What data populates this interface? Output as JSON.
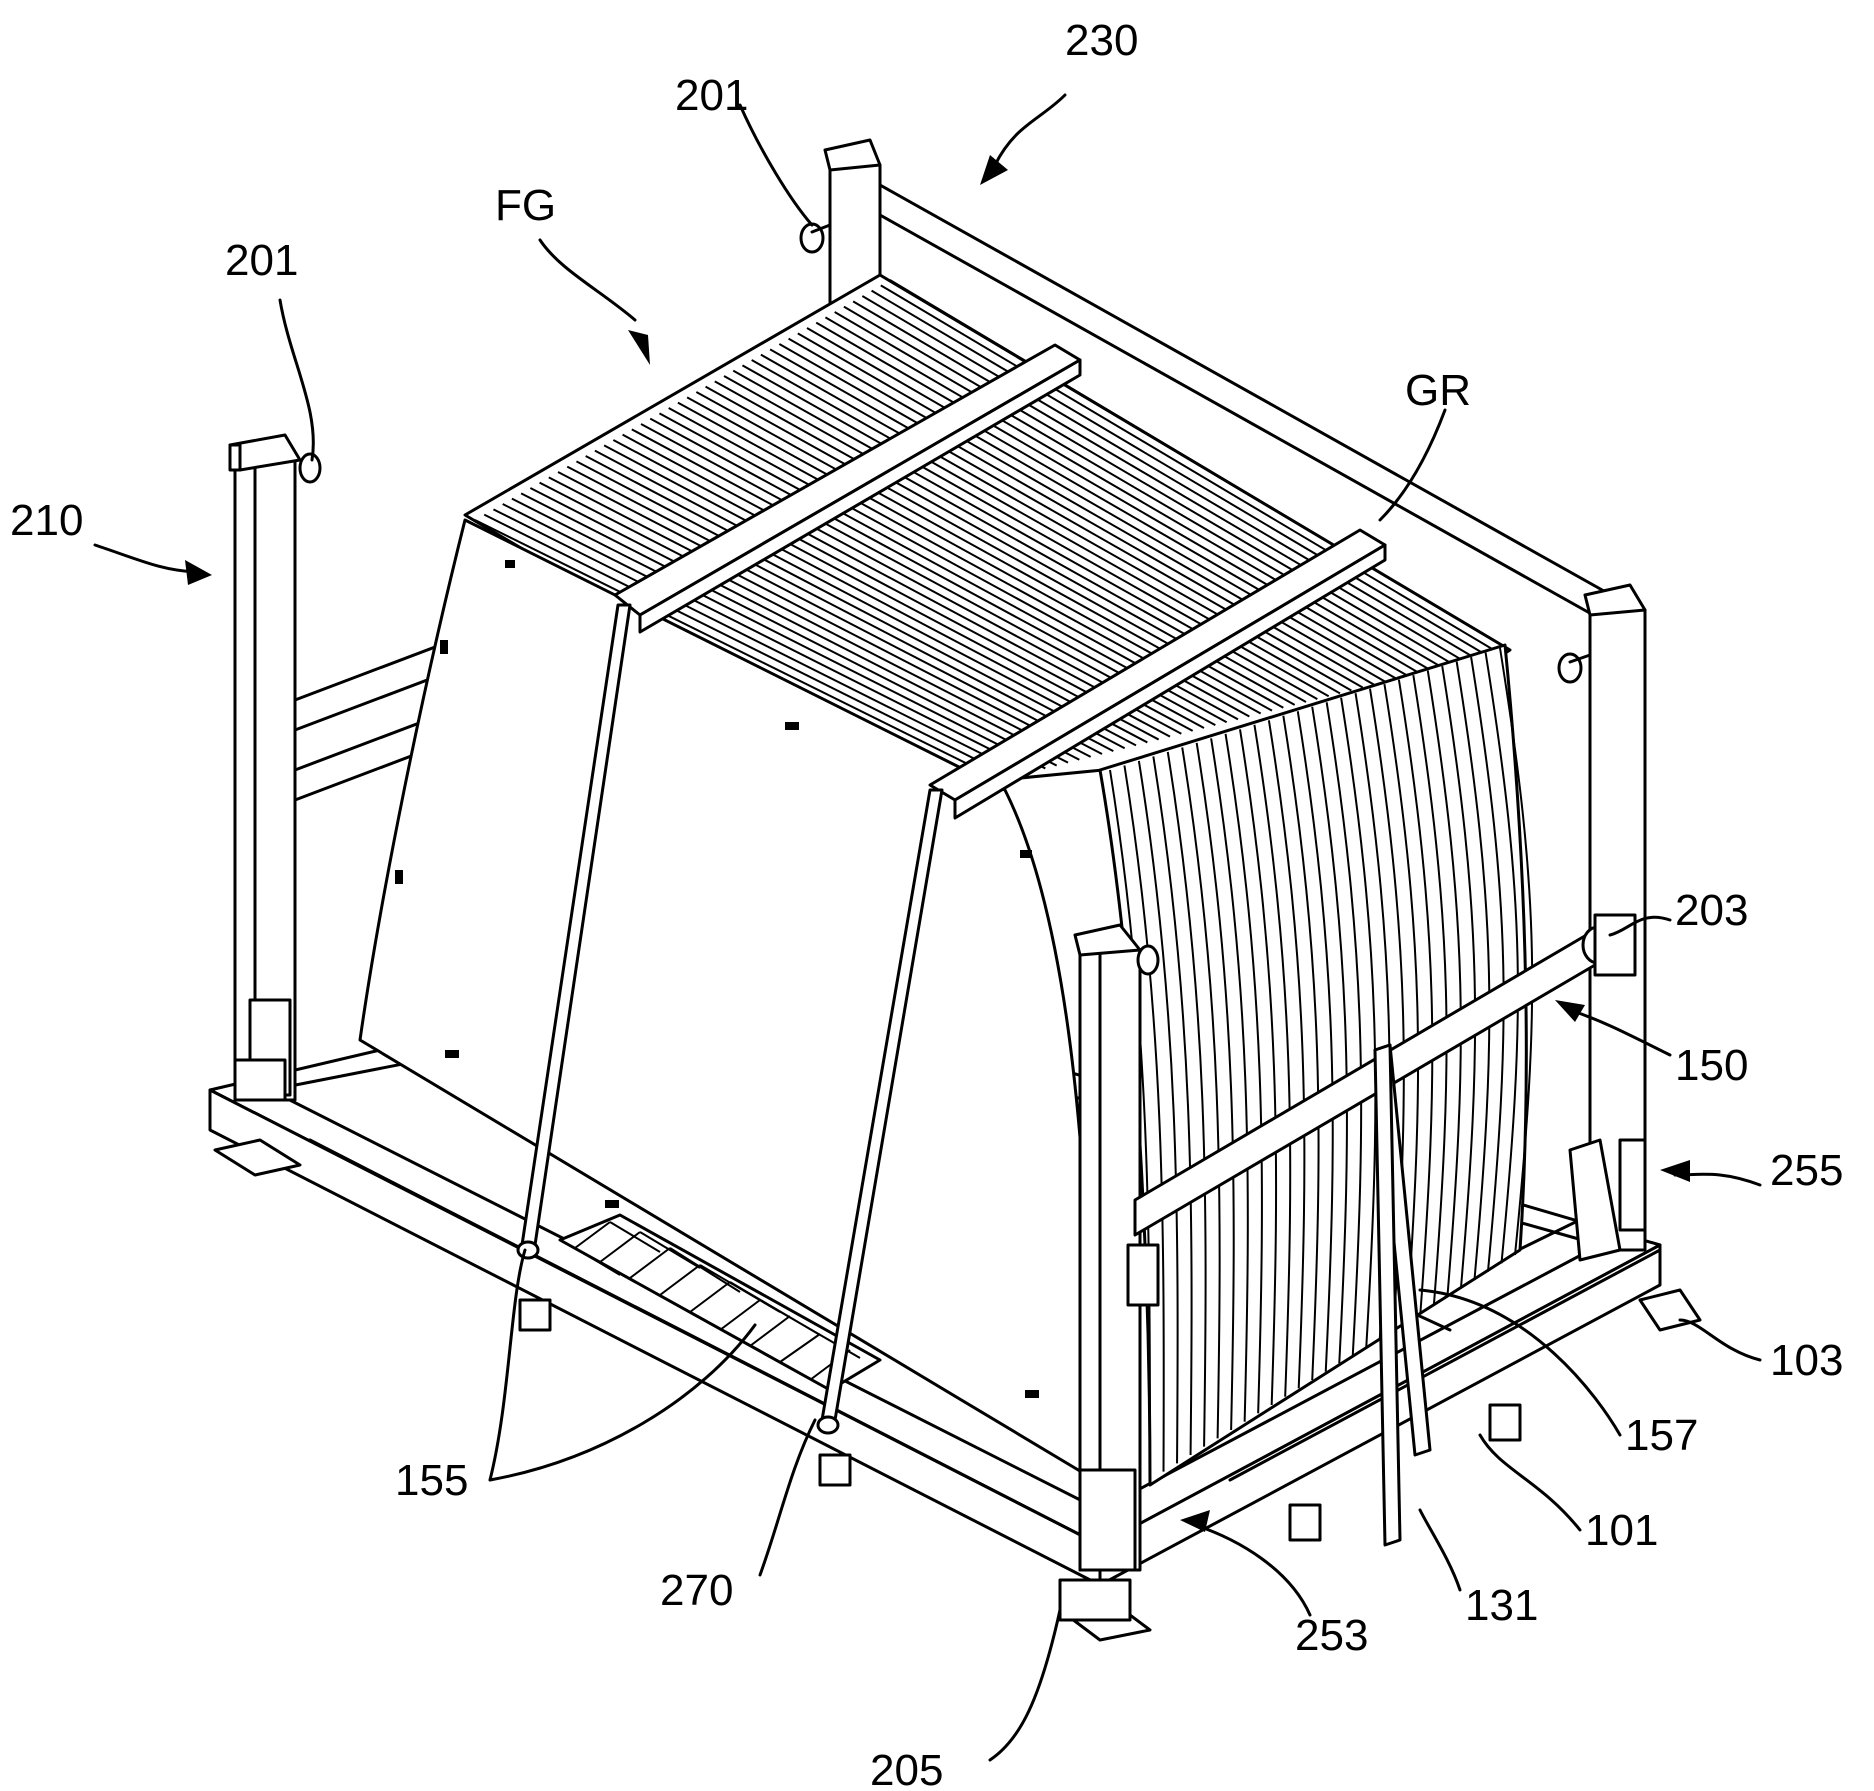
{
  "labels": {
    "l210": "210",
    "l201a": "201",
    "l201b": "201",
    "lFG": "FG",
    "l230": "230",
    "lGR": "GR",
    "l203": "203",
    "l150": "150",
    "l255": "255",
    "l103": "103",
    "l157": "157",
    "l101": "101",
    "l131": "131",
    "l155": "155",
    "l270": "270",
    "l253": "253",
    "l205": "205"
  },
  "fins": {
    "top_count": 46,
    "side_count": 28
  }
}
